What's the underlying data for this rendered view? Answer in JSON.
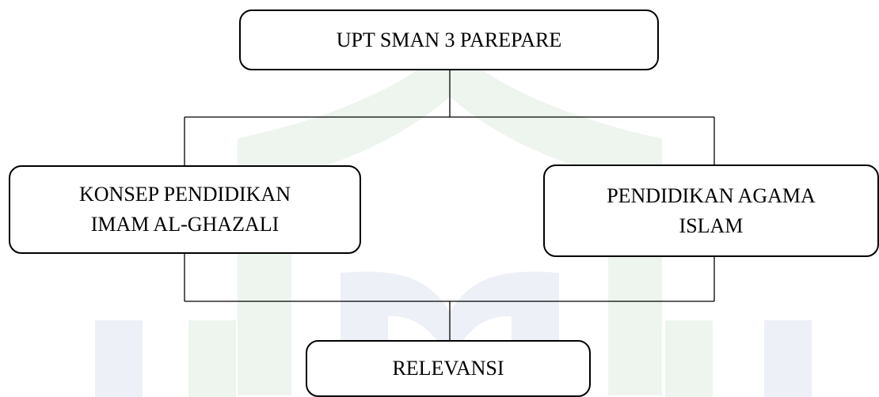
{
  "diagram": {
    "nodes": {
      "top": {
        "label": "UPT SMAN 3 PAREPARE"
      },
      "left": {
        "label": "KONSEP PENDIDIKAN\nIMAM AL-GHAZALI"
      },
      "right": {
        "label": "PENDIDIKAN AGAMA\nISLAM"
      },
      "bottom": {
        "label": "RELEVANSI"
      }
    },
    "edges": [
      {
        "from": "top",
        "to": "left"
      },
      {
        "from": "top",
        "to": "right"
      },
      {
        "from": "left",
        "to": "bottom"
      },
      {
        "from": "right",
        "to": "bottom"
      }
    ],
    "colors": {
      "watermark_green": "#edf5ee",
      "watermark_blue": "#eef0f7",
      "border": "#000000"
    }
  }
}
